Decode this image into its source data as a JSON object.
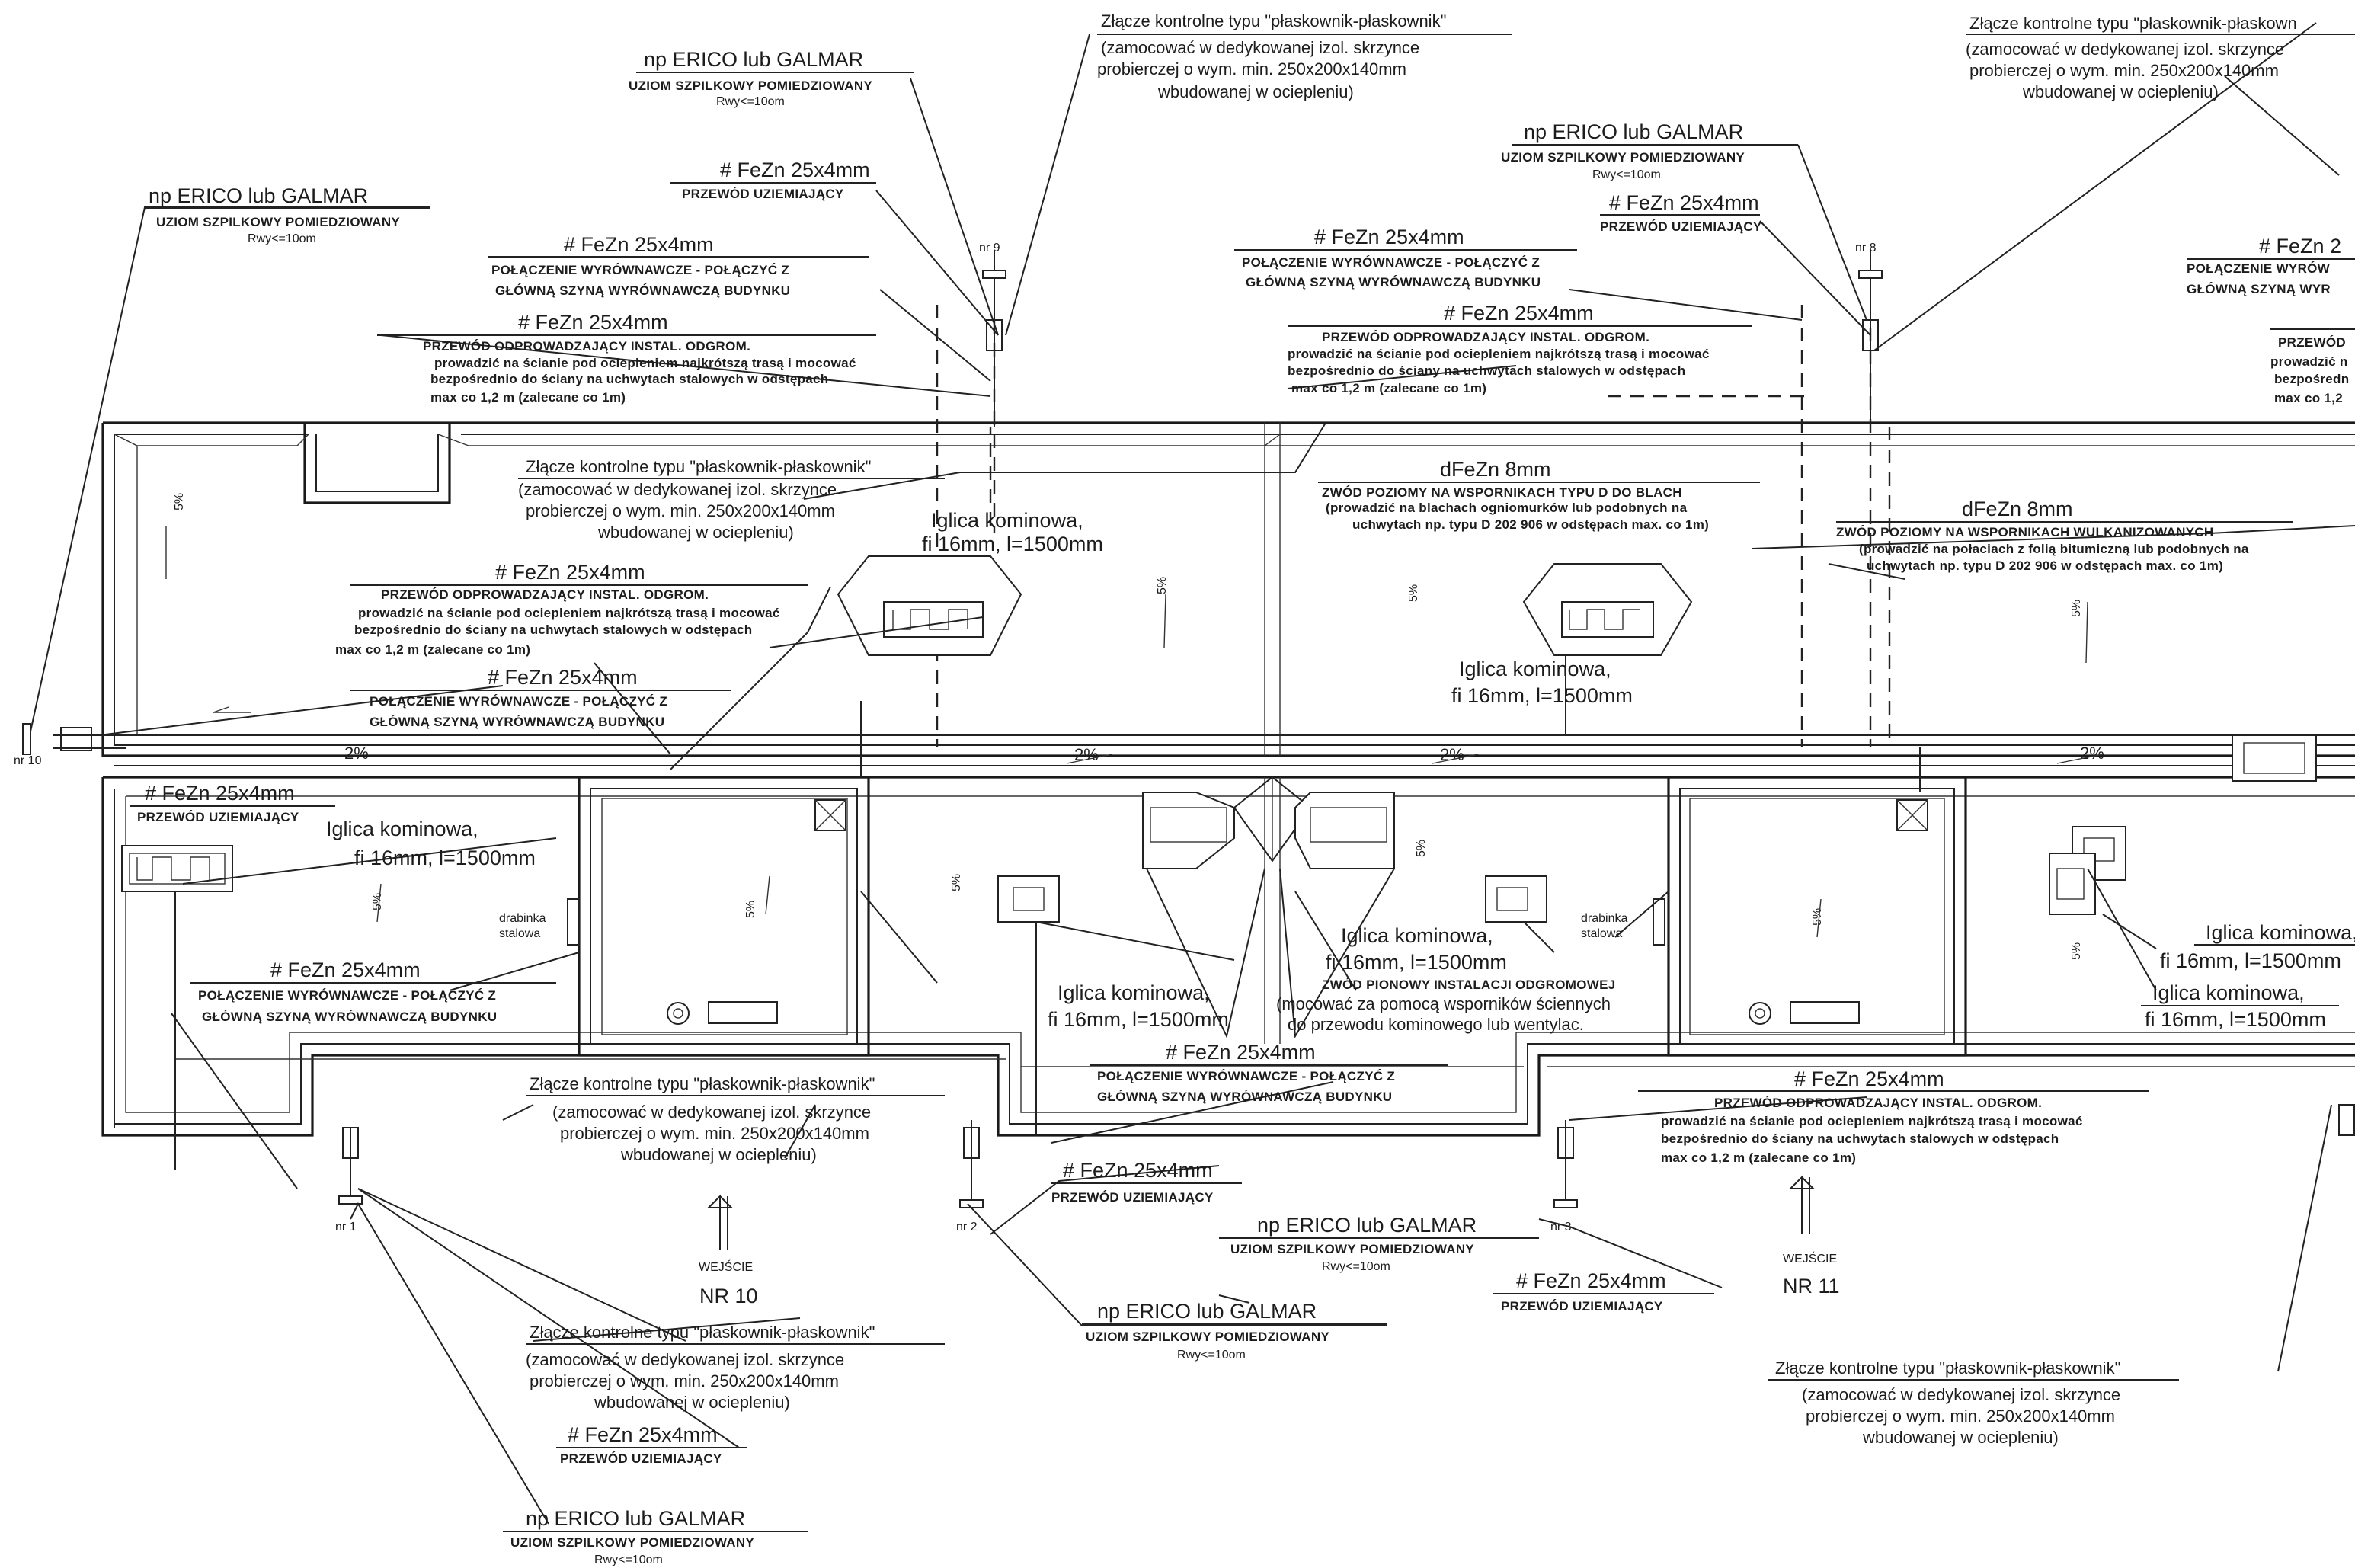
{
  "colors": {
    "ink": "#1c1c1c",
    "paper": "#ffffff"
  },
  "labels": {
    "fezn": "# FeZn 25x4mm",
    "fezn_cut": "# FeZn 2",
    "dfezn": "dFeZn 8mm",
    "przewod_uziemiajacy": "PRZEWÓD UZIEMIAJĄCY",
    "przewod_odprow": "PRZEWÓD ODPROWADZAJĄCY INSTAL. ODGROM.",
    "przewod_cut": "PRZEWÓD",
    "odprow_2": "prowadzić na ścianie  pod ociepleniem najkrótszą trasą  i  mocować",
    "odprow_2_cut": "prowadzić n",
    "odprow_3": "bezpośrednio do ściany na uchwytach stalowych w odstępach",
    "odprow_3_cut": "bezpośredn",
    "odprow_4": "max co 1,2 m (zalecane co 1m)",
    "odprow_4_cut": "max co 1,2",
    "polacz_1": "POŁĄCZENIE WYRÓWNAWCZE - POŁĄCZYĆ Z",
    "polacz_1_cut": "POŁĄCZENIE WYRÓW",
    "polacz_2": "GŁÓWNĄ SZYNĄ WYRÓWNAWCZĄ BUDYNKU",
    "polacz_2_cut": "GŁÓWNĄ SZYNĄ WYR",
    "polacz_inline": "POŁĄCZENIE WYRÓWNAWCZE - POŁĄCZYĆ Z",
    "zlacze": "Złącze kontrolne typu   \"płaskownik-płaskownik\"",
    "zlacze_cut": "Złącze kontrolne typu   \"płaskownik-płaskown",
    "zlacze_2": "(zamocować w dedykowanej izol. skrzynce",
    "zlacze_3": "probierczej o wym. min. 250x200x140mm",
    "zlacze_4": "wbudowanej w ociepleniu)",
    "erico": "np ERICO lub GALMAR",
    "erico_2": "UZIOM SZPILKOWY POMIEDZIOWANY",
    "erico_3": "Rwy<=10om",
    "iglica": "Iglica kominowa,",
    "iglica_2": "fi 16mm, l=1500mm",
    "iglica_2_cut": "fi 16mm, l=1500mm",
    "zwod_d1": "ZWÓD POZIOMY NA WSPORNIKACH  TYPU D DO BLACH",
    "zwod_d2": "(prowadzić na blachach ogniomurków lub podobnych na",
    "zwod_d3": "uchwytach np. typu D 202 906 w odstępach max. co 1m)",
    "zwod_w1": "ZWÓD POZIOMY NA WSPORNIKACH  WULKANIZOWANYCH",
    "zwod_w2": "(prowadzić na połaciach z folią bitumiczną lub podobnych na",
    "zwod_w3": "uchwytach np. typu D 202 906 w odstępach max. co 1m)",
    "pion_1": "ZWÓD PIONOWY INSTALACJI ODGROMOWEJ",
    "pion_2": "(mocować za pomocą wsporników ściennych",
    "pion_3": "do przewodu kominowego lub wentylac.",
    "drabinka_1": "drabinka",
    "drabinka_2": "stalowa",
    "wejscie": "WEJŚCIE",
    "nr10": "NR 10",
    "nr11": "NR 11",
    "nr_1": "nr 1",
    "nr_2": "nr 2",
    "nr_3": "nr 3",
    "nr_8": "nr 8",
    "nr_9": "nr 9",
    "nr_10": "nr 10",
    "slope_5": "5%",
    "slope_2": "2%"
  }
}
